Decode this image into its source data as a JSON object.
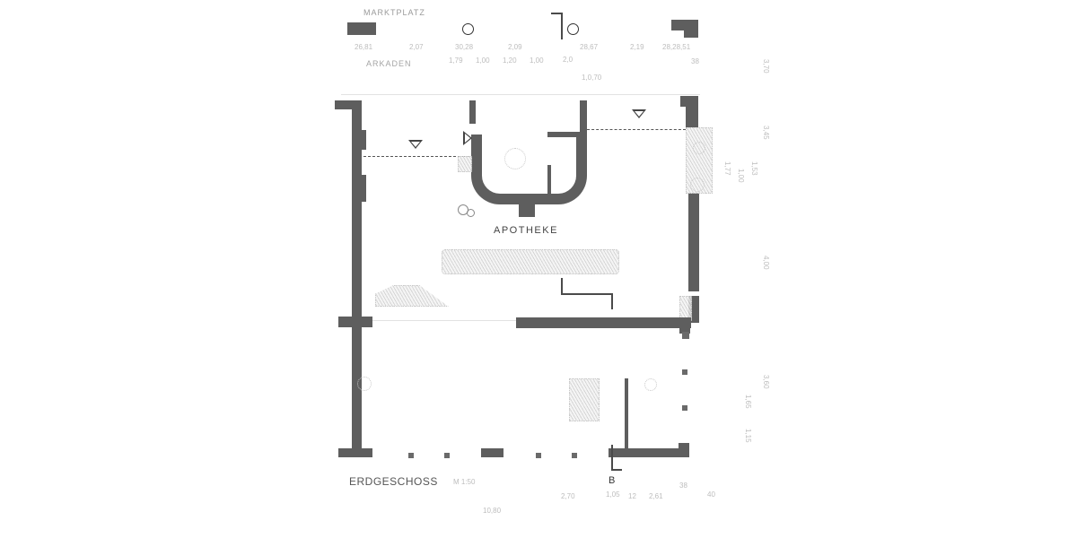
{
  "drawing": {
    "title": "ERDGESCHOSS",
    "scale": "M 1:50",
    "room_label": "APOTHEKE",
    "section_marker": "B",
    "street_label": "MARKTPLATZ",
    "arcade_label": "ARKADEN"
  },
  "dimensions": {
    "top_row_1": [
      "26,81",
      "2,07",
      "30,28",
      "2,09",
      "28,67",
      "2,19",
      "28,28,51"
    ],
    "top_row_2": [
      "1,79",
      "1,00",
      "1,20",
      "1,00",
      "2,0",
      "38"
    ],
    "top_extra": "1,0,70",
    "right_column": [
      "3,70",
      "3,45",
      "1,77",
      "1,00",
      "1,53",
      "4,00",
      "3,60",
      "1,65",
      "1,15"
    ],
    "bottom_row": [
      "2,70",
      "1,05",
      "12",
      "2,61",
      "40",
      "38"
    ],
    "bottom_total": "10,80"
  },
  "colors": {
    "wall": "#5e5e5e",
    "line": "#444444",
    "text": "#555555",
    "faint_text": "#bdbdbd",
    "background": "#ffffff"
  }
}
